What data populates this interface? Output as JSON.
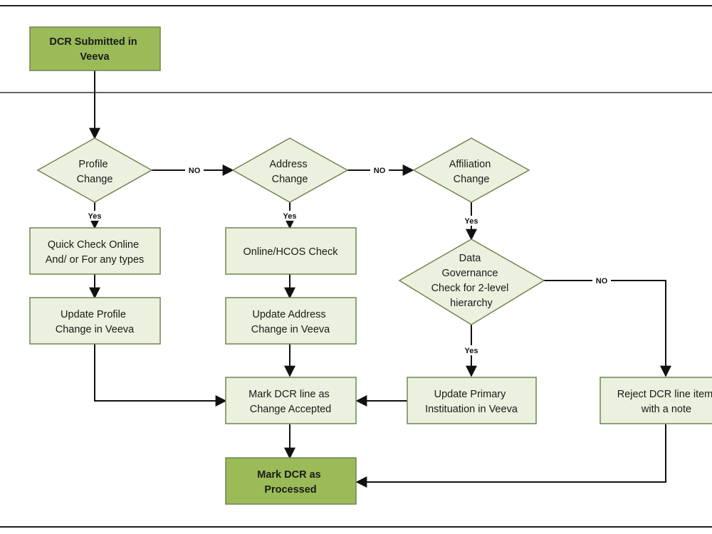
{
  "colors": {
    "node_fill": "#ebf1de",
    "terminal_fill": "#9bbb59",
    "stroke": "#6e8550",
    "line": "#111111"
  },
  "nodes": {
    "start": [
      "DCR Submitted in",
      "Veeva"
    ],
    "profile_change": [
      "Profile",
      "Change"
    ],
    "address_change": [
      "Address",
      "Change"
    ],
    "affiliation_change": [
      "Affiliation",
      "Change"
    ],
    "quick_check": [
      "Quick Check Online",
      "And/ or For any types"
    ],
    "online_hcos_check": [
      "Online/HCOS Check"
    ],
    "data_governance": [
      "Data",
      "Governance",
      "Check for 2-level",
      "hierarchy"
    ],
    "update_profile": [
      "Update Profile",
      "Change in Veeva"
    ],
    "update_address": [
      "Update Address",
      "Change in Veeva"
    ],
    "mark_accepted": [
      "Mark DCR line as",
      "Change Accepted"
    ],
    "update_primary": [
      "Update Primary",
      "Instituation in Veeva"
    ],
    "reject_line": [
      "Reject DCR line item",
      "with a note"
    ],
    "processed": [
      "Mark DCR as",
      "Processed"
    ]
  },
  "edge_labels": {
    "no": "NO",
    "yes": "Yes"
  }
}
